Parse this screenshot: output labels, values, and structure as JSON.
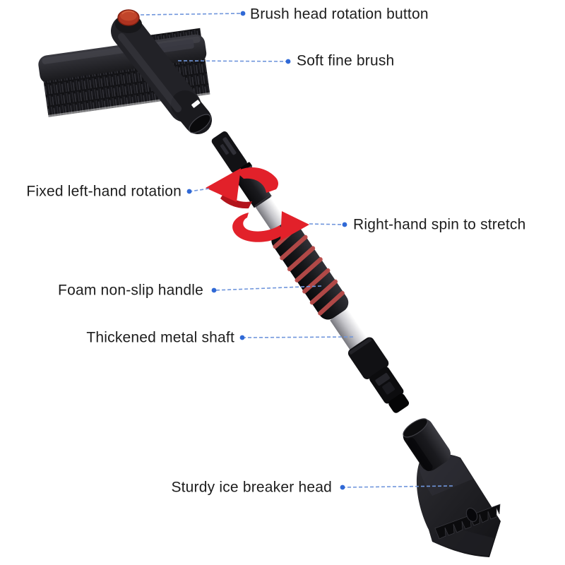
{
  "figure": {
    "kind": "annotated-product-diagram",
    "labels": [
      {
        "text": "Brush head rotation button"
      },
      {
        "text": "Soft fine brush"
      },
      {
        "text": "Fixed left-hand rotation"
      },
      {
        "text": "Right-hand spin to stretch"
      },
      {
        "text": "Foam non-slip handle"
      },
      {
        "text": "Thickened metal shaft"
      },
      {
        "text": "Sturdy ice breaker head"
      }
    ],
    "icons": {
      "rotation_arrow_left": "curved-arrow-counterclockwise",
      "rotation_arrow_right": "curved-arrow-clockwise",
      "leader_dot": "filled-circle"
    },
    "colors": {
      "background": "#ffffff",
      "label_text": "#1d1d1d",
      "leader_line_blue": "#7096dc",
      "leader_dot_blue": "#3069d6",
      "arrow_red": "#e2212a",
      "arrow_red_dark": "#b2141c",
      "button_red": "#c1452a",
      "foam_stripe_red": "#b94b49",
      "product_black": "#1b1b1e",
      "metal_silver": "#c6c6cb"
    }
  }
}
